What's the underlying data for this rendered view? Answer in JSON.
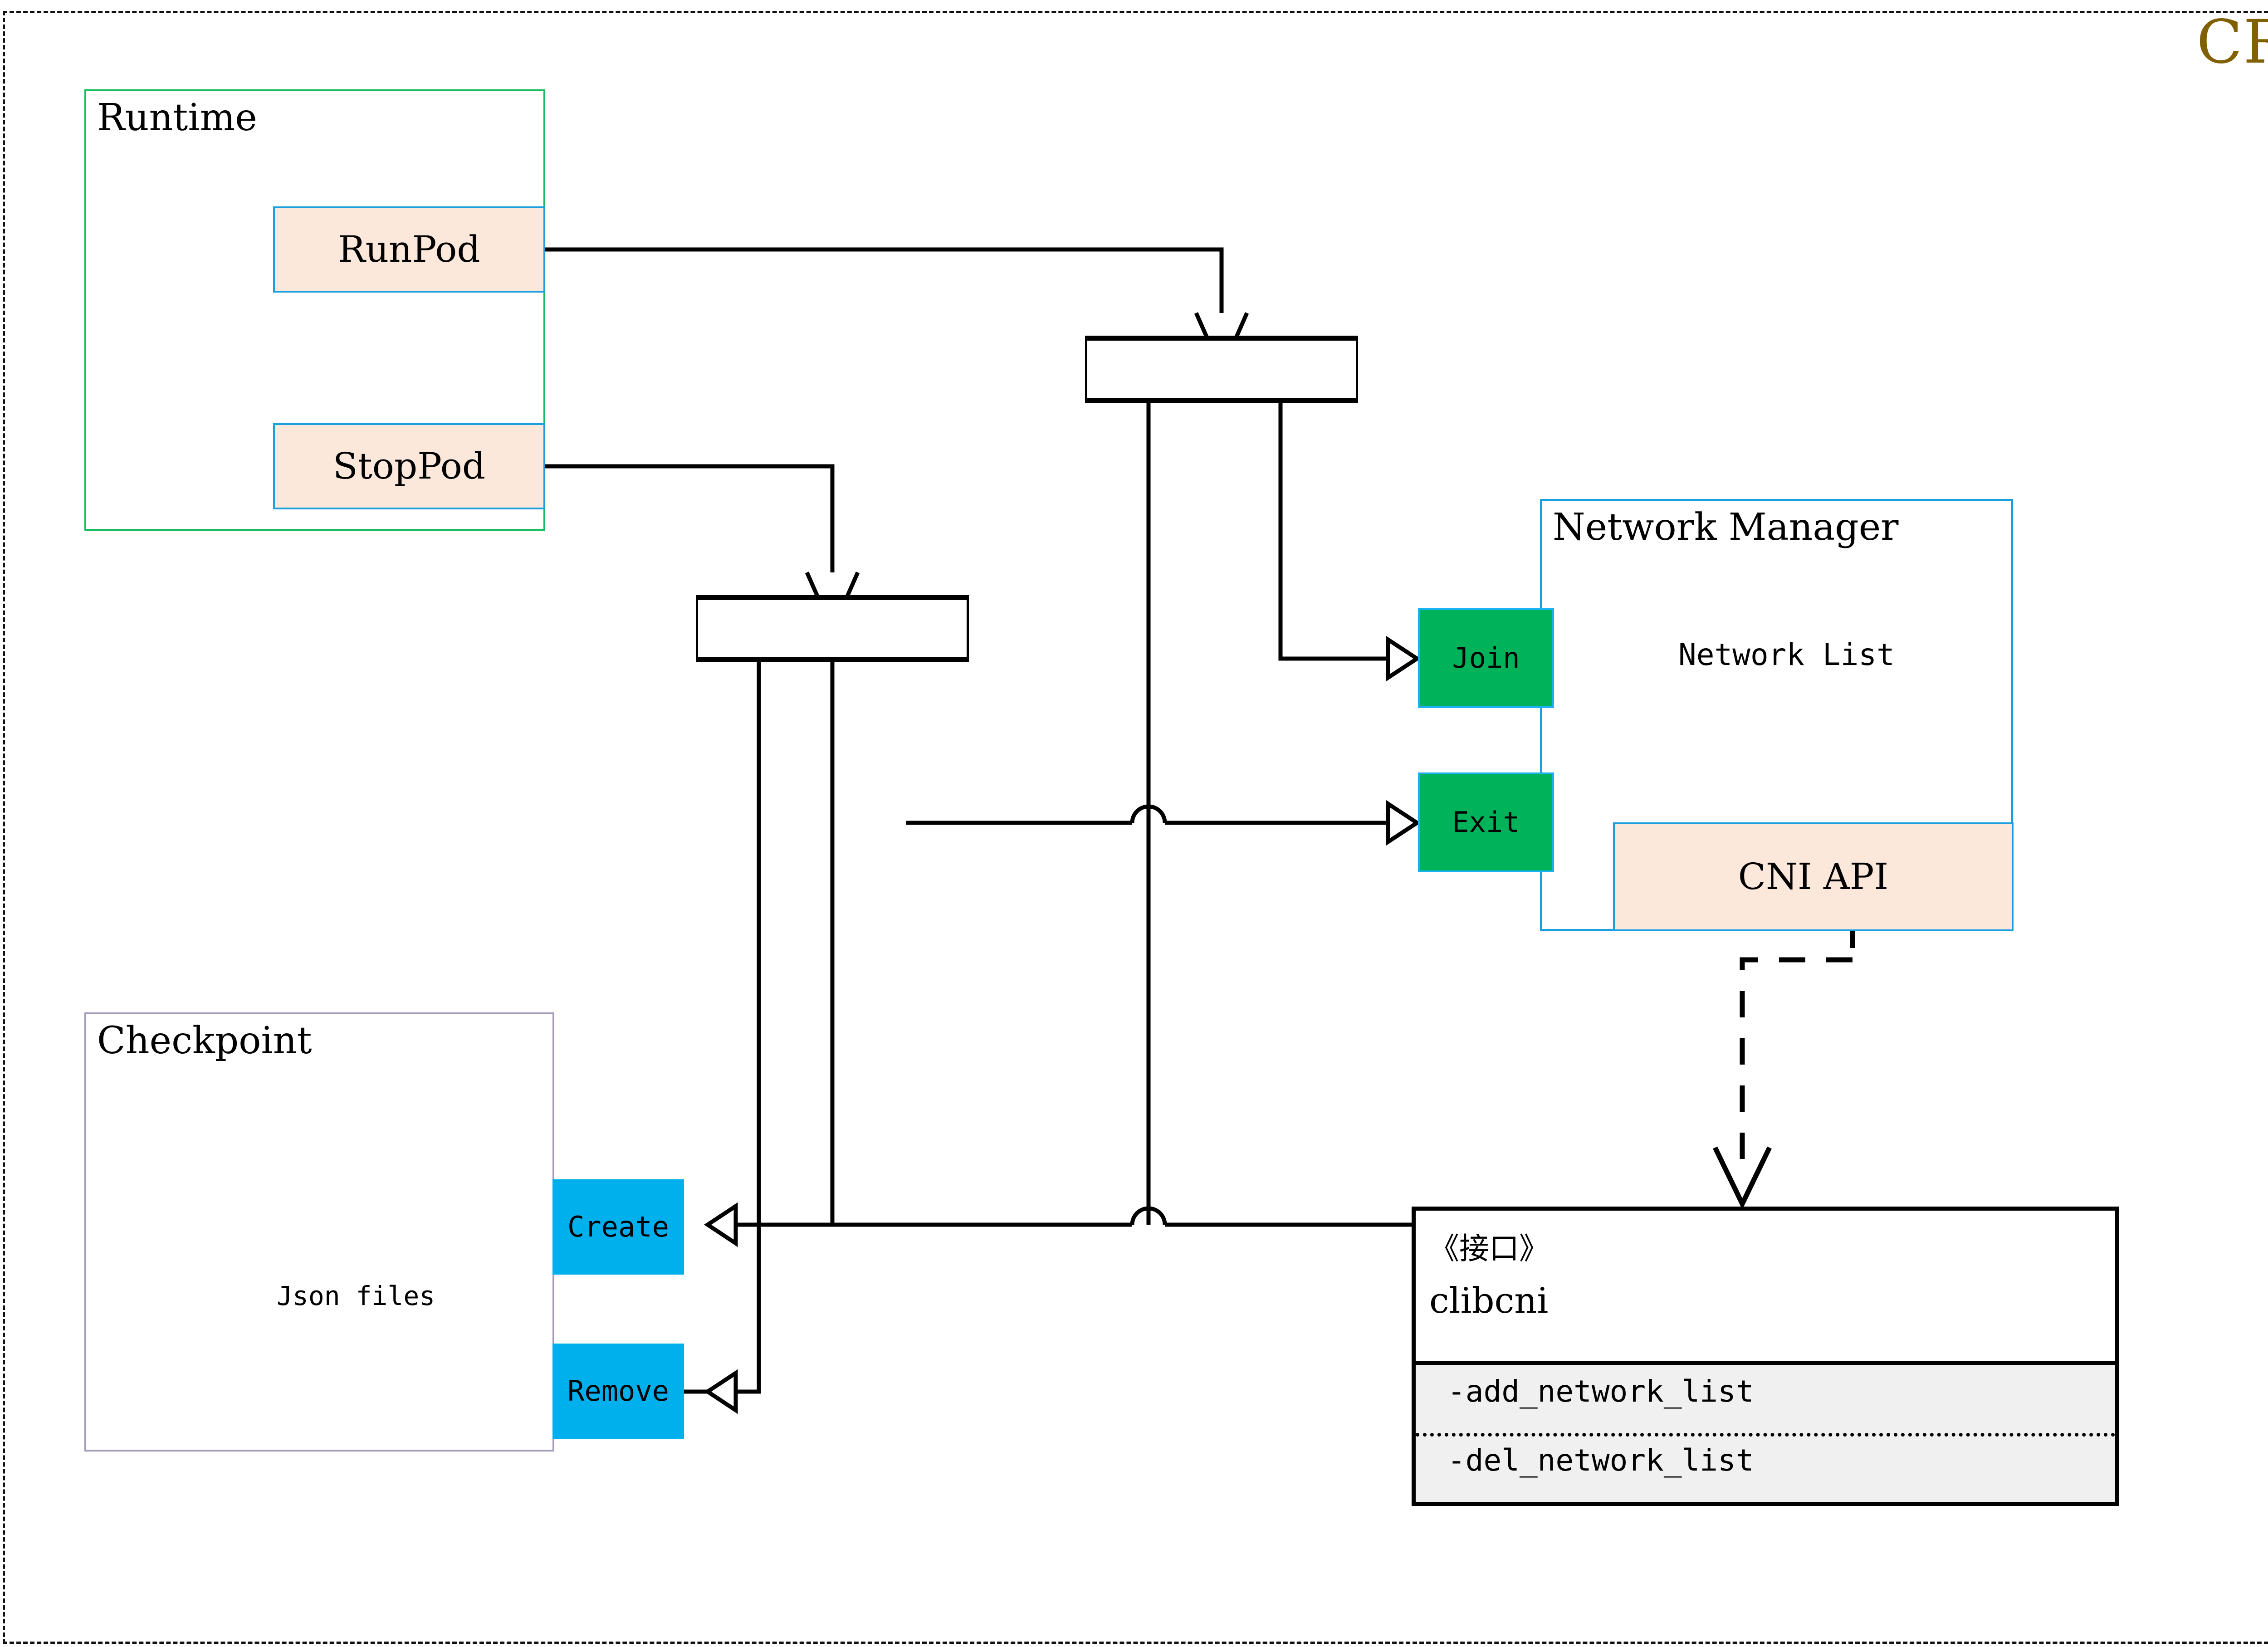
{
  "diagram": {
    "title": "CRI",
    "title_color": "#806000",
    "frame_style": "dashed"
  },
  "packages": {
    "runtime": {
      "title": "Runtime",
      "border_color": "#18bd5b"
    },
    "checkpoint": {
      "title": "Checkpoint",
      "border_color": "#a49ab8"
    },
    "network_manager": {
      "title": "Network Manager",
      "border_color": "#1a9fe0"
    }
  },
  "operations": {
    "runpod": "RunPod",
    "stoppod": "StopPod",
    "cni_api": "CNI API"
  },
  "actions": {
    "join": "Join",
    "exit": "Exit",
    "create": "Create",
    "remove": "Remove"
  },
  "stores": {
    "network_list": "Network List",
    "json_files": "Json files"
  },
  "interface": {
    "stereotype": "《接口》",
    "name": "clibcni",
    "methods": [
      "-add_network_list",
      "-del_network_list"
    ]
  },
  "colors": {
    "peach_fill": "#fce8da",
    "blue_border": "#1a9fe0",
    "green_fill": "#00b259",
    "cyan_fill": "#00b0ec",
    "gray_cylinder": "#5a5a5a",
    "iface_body": "#f0f0f0"
  }
}
